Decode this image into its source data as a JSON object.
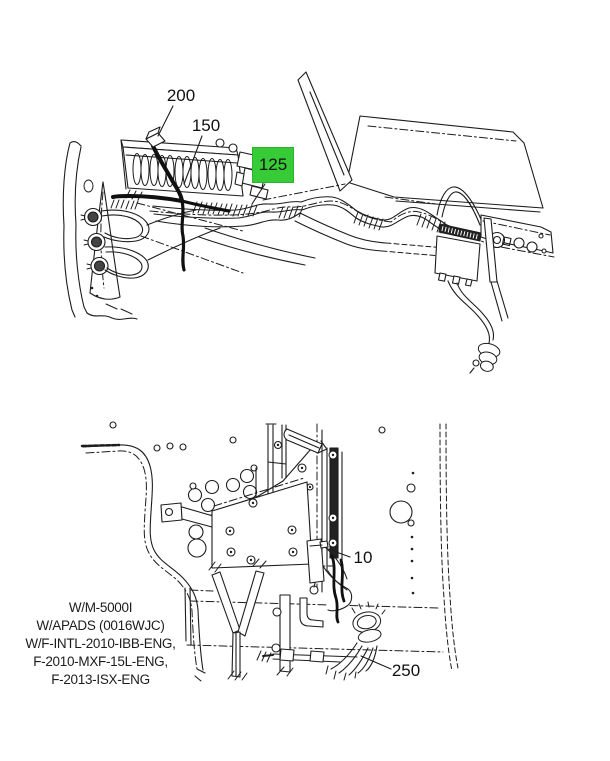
{
  "diagram": {
    "background_color": "#ffffff",
    "line_color": "#1d1d1d",
    "highlight": {
      "color": "#37cc37",
      "highlighted_callout": "125"
    },
    "top_view": {
      "name": "instrument-panel-harness-view",
      "callouts": [
        {
          "id": "200",
          "label": "200",
          "highlighted": false
        },
        {
          "id": "150",
          "label": "150",
          "highlighted": false
        },
        {
          "id": "125",
          "label": "125",
          "highlighted": true
        }
      ]
    },
    "bottom_view": {
      "name": "frame-bracket-harness-view",
      "callouts": [
        {
          "id": "10",
          "label": "10",
          "highlighted": false
        },
        {
          "id": "250",
          "label": "250",
          "highlighted": false
        }
      ],
      "applicability_note": {
        "lines": [
          "W/M-5000I",
          "W/APADS (0016WJC)",
          "W/F-INTL-2010-IBB-ENG,",
          "F-2010-MXF-15L-ENG,",
          "F-2013-ISX-ENG"
        ]
      }
    }
  }
}
